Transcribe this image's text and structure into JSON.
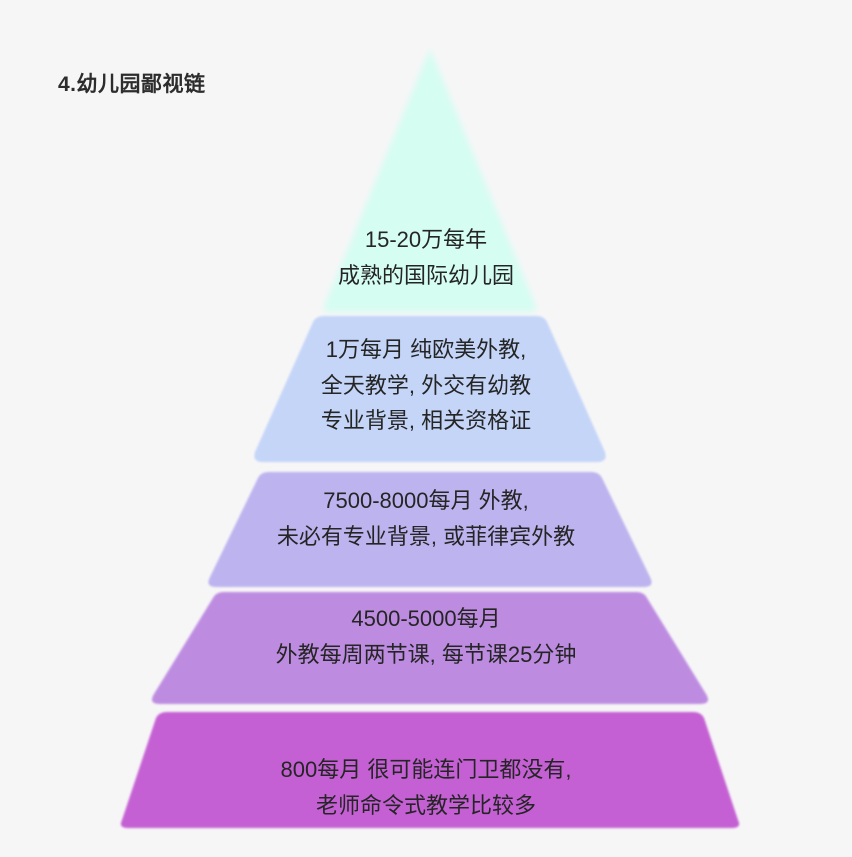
{
  "title": "4.幼儿园鄙视链",
  "background_color": "#f7f6f7",
  "text_color": "#252525",
  "pyramid": {
    "name": "kindergarten-hierarchy-pyramid",
    "tiers": [
      {
        "id": "tier-top",
        "rank": 1,
        "color": "#d5fdf2",
        "price": "15-20万每年",
        "lines": [
          "15-20万每年",
          "成熟的国际幼儿园"
        ]
      },
      {
        "id": "tier-2",
        "rank": 2,
        "color": "#c4d5f8",
        "price": "1万每月",
        "lines": [
          "1万每月  纯欧美外教,",
          "全天教学, 外交有幼教",
          "专业背景, 相关资格证"
        ]
      },
      {
        "id": "tier-3",
        "rank": 3,
        "color": "#bdb3ef",
        "price": "7500-8000每月",
        "lines": [
          "7500-8000每月 外教,",
          "未必有专业背景, 或菲律宾外教"
        ]
      },
      {
        "id": "tier-4",
        "rank": 4,
        "color": "#bd8ce1",
        "price": "4500-5000每月",
        "lines": [
          "4500-5000每月",
          "外教每周两节课, 每节课25分钟"
        ]
      },
      {
        "id": "tier-bottom",
        "rank": 5,
        "color": "#c460d3",
        "price": "800每月",
        "lines": [
          "800每月 很可能连门卫都没有,",
          "老师命令式教学比较多"
        ]
      }
    ]
  }
}
